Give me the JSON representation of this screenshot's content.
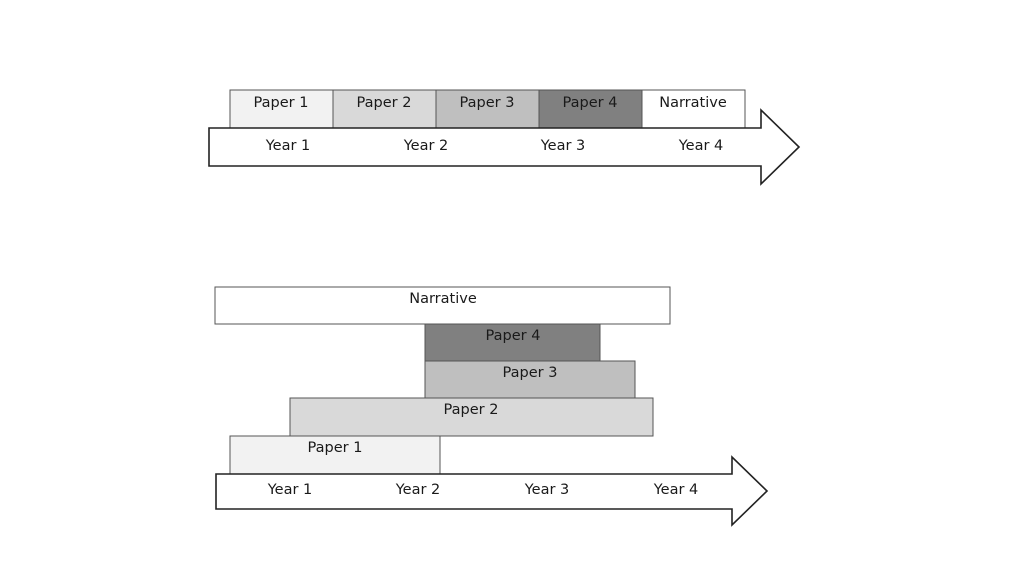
{
  "top_timeline": {
    "boxes": [
      {
        "label": "Paper 1",
        "fill": "#f2f2f2"
      },
      {
        "label": "Paper 2",
        "fill": "#d9d9d9"
      },
      {
        "label": "Paper 3",
        "fill": "#bfbfbf"
      },
      {
        "label": "Paper 4",
        "fill": "#808080"
      },
      {
        "label": "Narrative",
        "fill": "#ffffff"
      }
    ],
    "years": [
      "Year 1",
      "Year 2",
      "Year 3",
      "Year 4"
    ]
  },
  "bottom_timeline": {
    "bars": [
      {
        "label": "Narrative",
        "fill": "#ffffff"
      },
      {
        "label": "Paper 4",
        "fill": "#808080"
      },
      {
        "label": "Paper 3",
        "fill": "#bfbfbf"
      },
      {
        "label": "Paper 2",
        "fill": "#d9d9d9"
      },
      {
        "label": "Paper 1",
        "fill": "#f2f2f2"
      }
    ],
    "years": [
      "Year 1",
      "Year 2",
      "Year 3",
      "Year 4"
    ]
  }
}
